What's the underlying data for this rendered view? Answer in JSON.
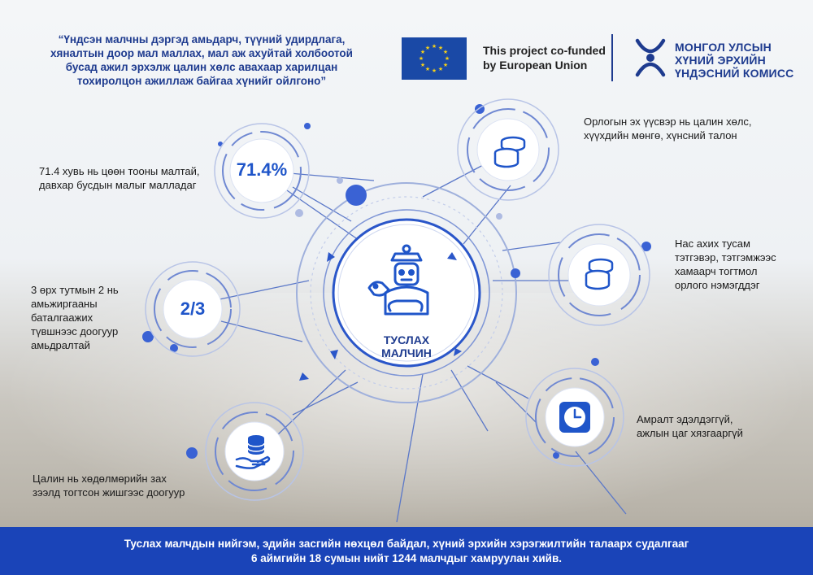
{
  "header": {
    "quote": "“Үндсэн малчны дэргэд амьдарч, түүний удирдлага, хяналтын доор мал маллах, мал аж ахуйтай холбоотой бусад ажил эрхэлж цалин хөлс авахаар харилцан тохиролцон ажиллаж байгаа хүнийг ойлгоно”",
    "eu_line1": "This project co-funded",
    "eu_line2": "by European Union",
    "nhrc_line1": "МОНГОЛ УЛСЫН",
    "nhrc_line2": "ХҮНИЙ ЭРХИЙН",
    "nhrc_line3": "ҮНДЭСНИЙ КОМИСС"
  },
  "center": {
    "line1": "ТУСЛАХ",
    "line2": "МАЛЧИН",
    "icon": "herder-icon"
  },
  "nodes": {
    "percent": {
      "value": "71.4%",
      "line1": "71.4 хувь нь цөөн тооны малтай,",
      "line2": "давхар бусдын малыг малладаг"
    },
    "fraction": {
      "value": "2/3",
      "line1": "3 өрх тутмын 2 нь",
      "line2": "амьжиргааны",
      "line3": "баталгаажих",
      "line4": "түвшнээс доогуур",
      "line5": "амьдралтай"
    },
    "income": {
      "icon": "coins-icon",
      "line1": "Орлогын эх үүсвэр нь цалин хөлс,",
      "line2": "хүүхдийн мөнгө, хүнсний талон"
    },
    "pension": {
      "icon": "coins-icon",
      "line1": "Нас ахих тусам",
      "line2": "тэтгэвэр, тэтгэмжээс",
      "line3": "хамаарч тогтмол",
      "line4": "орлого нэмэгддэг"
    },
    "hours": {
      "icon": "clock-icon",
      "line1": "Амралт эдэлдэггүй,",
      "line2": "ажлын цаг хязгааргүй"
    },
    "wage": {
      "icon": "salary-icon",
      "line1": "Цалин нь хөдөлмөрийн зах",
      "line2": "зээлд тогтсон жишгээс доогуур"
    }
  },
  "footer": {
    "line1": "Туслах малчдын нийгэм, эдийн засгийн нөхцөл байдал, хүний эрхийн хэрэгжилтийн талаарх судалгааг",
    "line2": "6 аймгийн 18 сумын нийт 1244 малчдыг хамруулан хийв."
  },
  "colors": {
    "primary": "#1f55c9",
    "navy": "#1e3b8f",
    "footer": "#1a44b8",
    "ring": "#9fb0dc"
  }
}
